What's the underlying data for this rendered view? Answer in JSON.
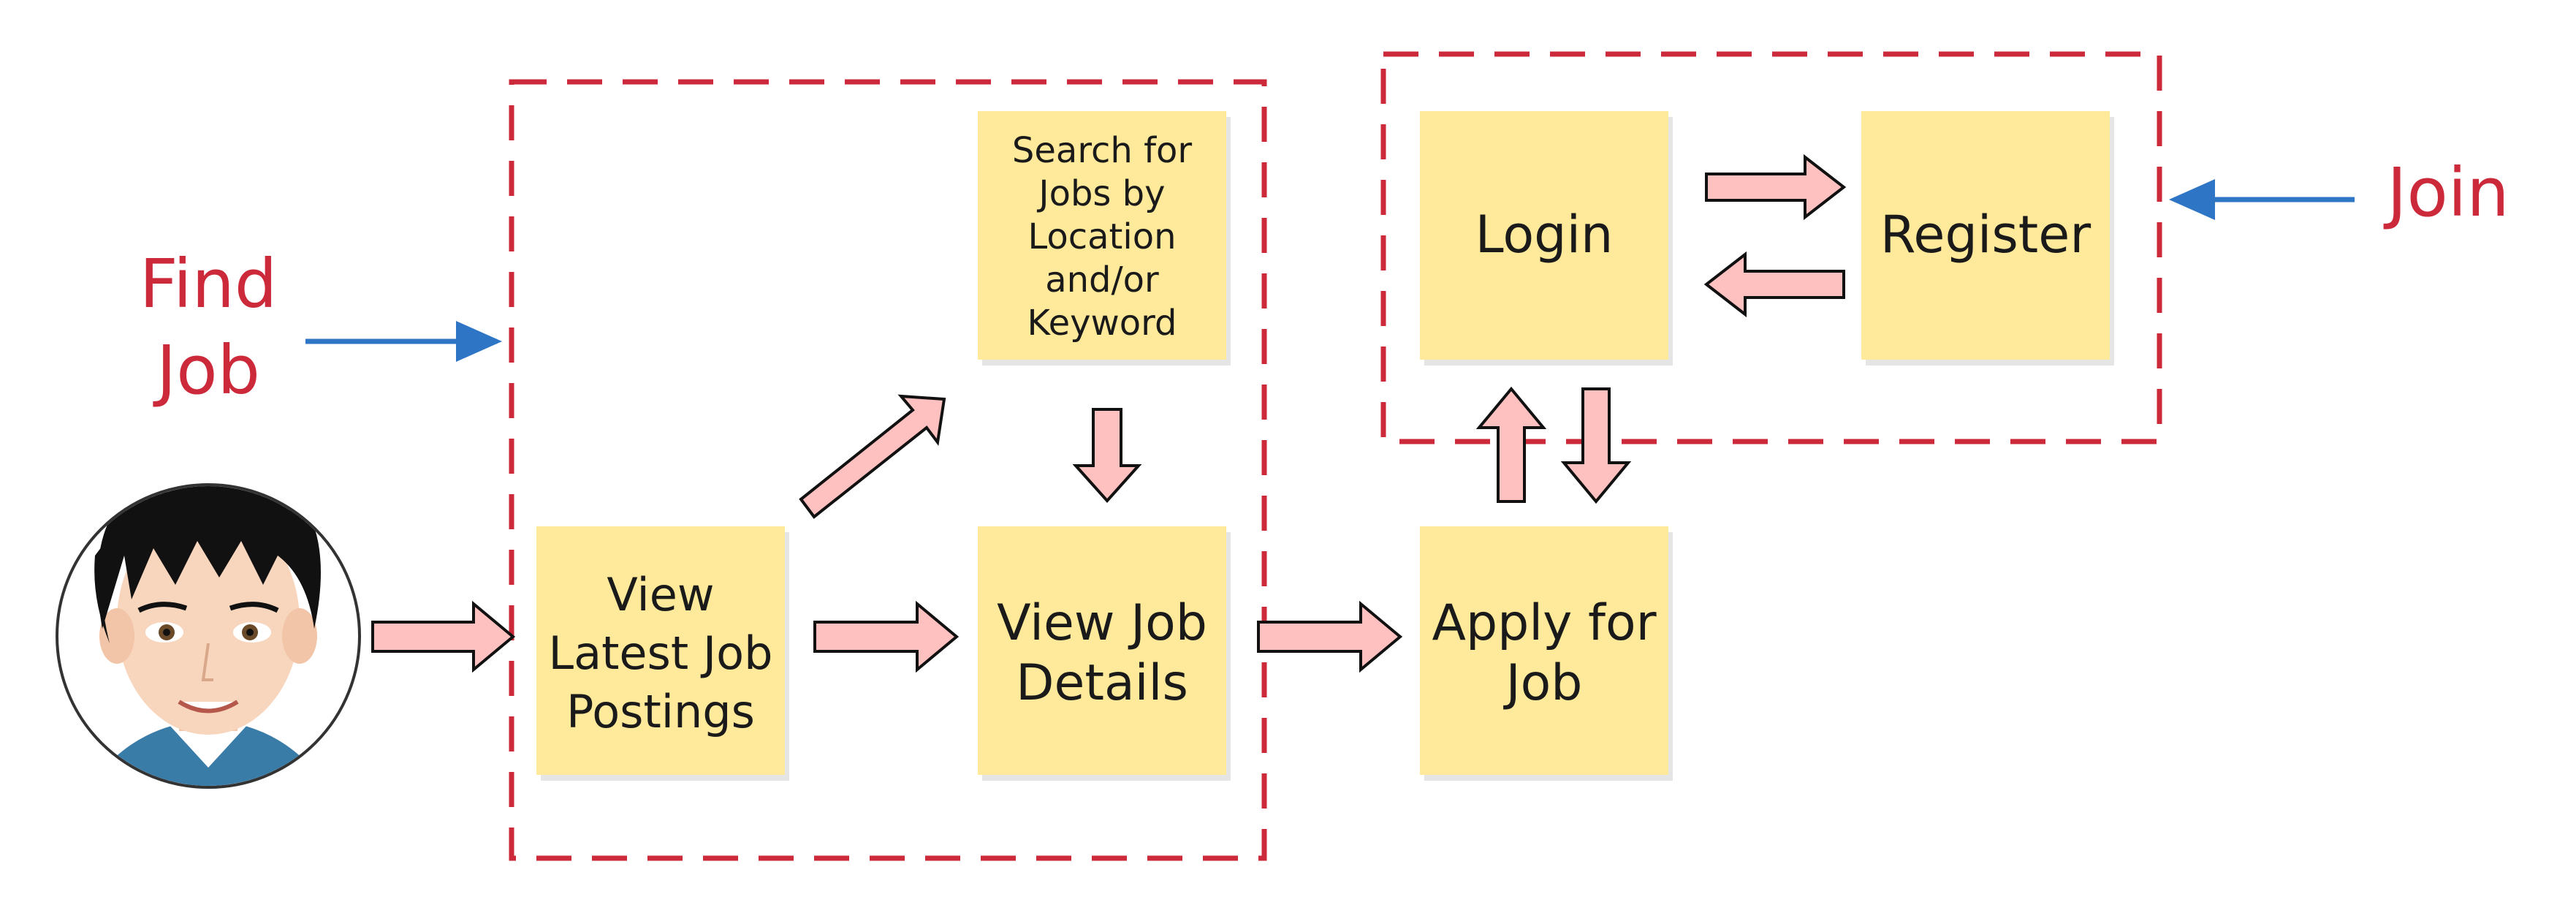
{
  "labels": {
    "find_job": [
      "Find",
      "Job"
    ],
    "join": "Join"
  },
  "notes": {
    "view_latest": [
      "View",
      "Latest Job",
      "Postings"
    ],
    "search": [
      "Search for",
      "Jobs by",
      "Location",
      "and/or",
      "Keyword"
    ],
    "view_details": [
      "View Job",
      "Details"
    ],
    "apply": [
      "Apply for",
      "Job"
    ],
    "login": "Login",
    "register": "Register"
  },
  "icons": {
    "user": "user-avatar-icon"
  },
  "colors": {
    "note_fill": "#ffe99b",
    "arrow_fill": "#ffc0c0",
    "group_border": "#cc2a3a",
    "pointer_line": "#2e75c6",
    "label_text": "#cc2a3a"
  }
}
